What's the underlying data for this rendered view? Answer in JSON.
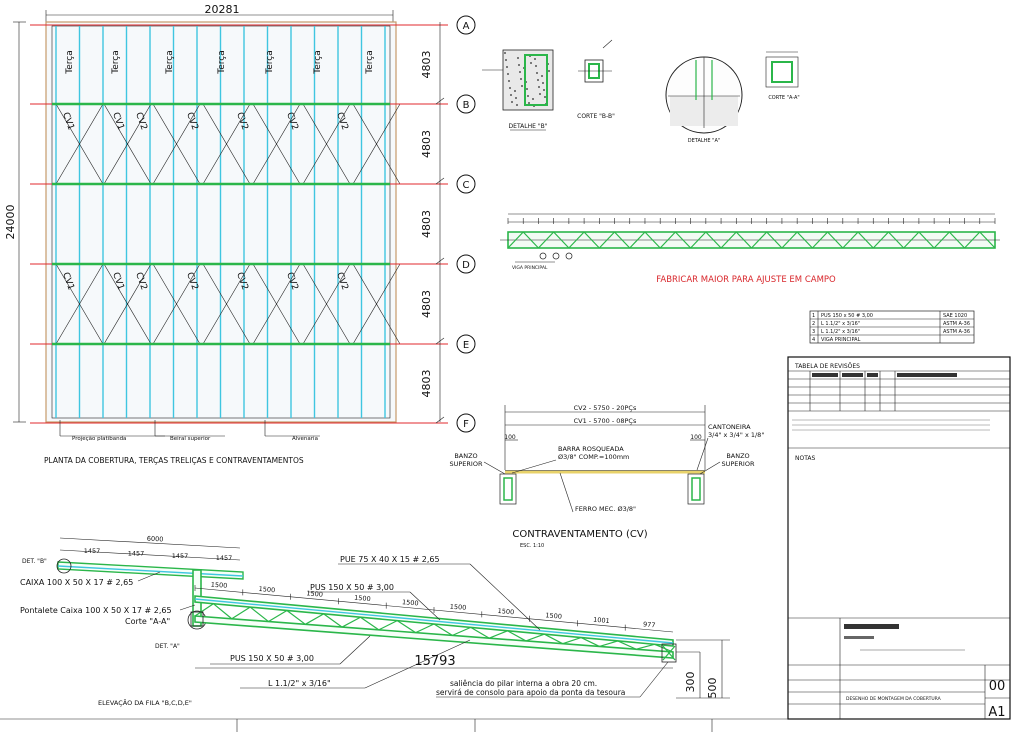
{
  "plan": {
    "width_dim": "20281",
    "height_dim": "24000",
    "axes": [
      "A",
      "B",
      "C",
      "D",
      "E",
      "F"
    ],
    "bay_dims": [
      "4803",
      "4803",
      "4803",
      "4803",
      "4803"
    ],
    "terca_label": "Terça",
    "brace_labels_row1": [
      "CV1",
      "CV1",
      "CV2",
      "CV2",
      "CV2",
      "CV2",
      "CV2"
    ],
    "brace_labels_row2": [
      "CV1",
      "CV1",
      "CV2",
      "CV2",
      "CV2",
      "CV2",
      "CV2"
    ],
    "legend": [
      "Projeção platibanda",
      "Beiral superior",
      "Alvenaria"
    ],
    "title": "PLANTA DA COBERTURA, TERÇAS TRELIÇAS E CONTRAVENTAMENTOS"
  },
  "details": {
    "detalhe_b": "DETALHE \"B\"",
    "corte_bb": "CORTE \"B-B\"",
    "detalhe_a": "DETALHE \"A\"",
    "corte_aa": "CORTE \"A-A\""
  },
  "truss_elevation": {
    "viga_label": "VIGA PRINCIPAL",
    "note": "FABRICAR MAIOR PARA AJUSTE EM CAMPO"
  },
  "materials_table": {
    "rows": [
      {
        "n": "1",
        "desc": "PUS 150 x 50 # 3,00",
        "spec": "SAE 1020"
      },
      {
        "n": "2",
        "desc": "L 1.1/2\" x 3/16\"",
        "spec": "ASTM A-36"
      },
      {
        "n": "3",
        "desc": "L 1.1/2\" x 3/16\"",
        "spec": "ASTM A-36"
      },
      {
        "n": "4",
        "desc": "VIGA PRINCIPAL",
        "spec": ""
      }
    ]
  },
  "title_block": {
    "revisions_title": "TABELA DE REVISÕES",
    "notas": "NOTAS",
    "drawing_title": "DESENHO DE MONTAGEM DA COBERTURA",
    "revision": "00",
    "sheet_size": "A1"
  },
  "bracing": {
    "cv2_line": "CV2 - 5750 - 20PÇs",
    "cv1_line": "CV1 - 5700 - 08PÇs",
    "cantoneira": "CANTONEIRA",
    "cantoneira_size": "3/4\" x 3/4\" x 1/8\"",
    "barra": "BARRA ROSQUEADA",
    "barra_size": "Ø3/8\" COMP.=100mm",
    "banzo_left_1": "BANZO",
    "banzo_left_2": "SUPERIOR",
    "banzo_right_1": "BANZO",
    "banzo_right_2": "SUPERIOR",
    "ferro": "FERRO MEC. Ø3/8\"",
    "dim_100_left": "100",
    "dim_100_right": "100",
    "title": "CONTRAVENTAMENTO (CV)",
    "scale": "ESC. 1:10"
  },
  "elevation": {
    "det_b": "DET. \"B\"",
    "top_dim": "6000",
    "top_segments": [
      "1457",
      "1457",
      "1457",
      "1457"
    ],
    "caixa": "CAIXA 100 X 50 X 17 # 2,65",
    "pontalete": "Pontalete Caixa 100 X 50 X 17 # 2,65",
    "corte_aa": "Corte \"A-A\"",
    "det_a": "DET. \"A\"",
    "pue": "PUE 75 X 40 X 15 # 2,65",
    "pus_top": "PUS 150 X 50 # 3,00",
    "pus_bottom": "PUS 150 X 50 # 3,00",
    "angle": "L 1.1/2\" x 3/16\"",
    "segments": [
      "1500",
      "1500",
      "1500",
      "1500",
      "1500",
      "1500",
      "1500",
      "1500",
      "1001",
      "977"
    ],
    "span": "15793",
    "note_1": "saliência do pilar interna a obra 20 cm.",
    "note_2": "servirá de consolo para apoio da ponta da tesoura",
    "dim_300": "300",
    "dim_500": "500",
    "title": "ELEVAÇÃO DA FILA \"B,C,D,E\""
  }
}
